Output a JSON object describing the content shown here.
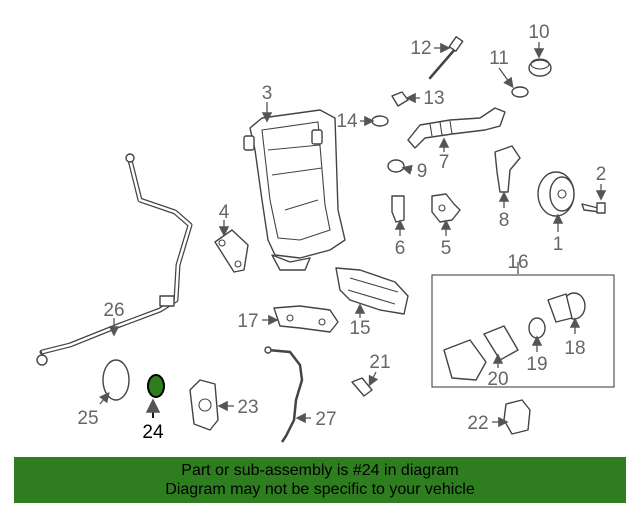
{
  "callouts": [
    {
      "id": "1",
      "label": "1"
    },
    {
      "id": "2",
      "label": "2"
    },
    {
      "id": "3",
      "label": "3"
    },
    {
      "id": "4",
      "label": "4"
    },
    {
      "id": "5",
      "label": "5"
    },
    {
      "id": "6",
      "label": "6"
    },
    {
      "id": "7",
      "label": "7"
    },
    {
      "id": "8",
      "label": "8"
    },
    {
      "id": "9",
      "label": "9"
    },
    {
      "id": "10",
      "label": "10"
    },
    {
      "id": "11",
      "label": "11"
    },
    {
      "id": "12",
      "label": "12"
    },
    {
      "id": "13",
      "label": "13"
    },
    {
      "id": "14",
      "label": "14"
    },
    {
      "id": "15",
      "label": "15"
    },
    {
      "id": "16",
      "label": "16"
    },
    {
      "id": "17",
      "label": "17"
    },
    {
      "id": "18",
      "label": "18"
    },
    {
      "id": "19",
      "label": "19"
    },
    {
      "id": "20",
      "label": "20"
    },
    {
      "id": "21",
      "label": "21"
    },
    {
      "id": "22",
      "label": "22"
    },
    {
      "id": "23",
      "label": "23"
    },
    {
      "id": "24",
      "label": "24"
    },
    {
      "id": "25",
      "label": "25"
    },
    {
      "id": "26",
      "label": "26"
    },
    {
      "id": "27",
      "label": "27"
    }
  ],
  "highlighted_callout": "24",
  "colors": {
    "banner": "#2e7d1e",
    "callout_text": "#666666",
    "highlight_part": "#2e7d1e"
  },
  "banner": {
    "line1": "Part or sub-assembly is #24 in diagram",
    "line2": "Diagram may not be specific to your vehicle"
  }
}
